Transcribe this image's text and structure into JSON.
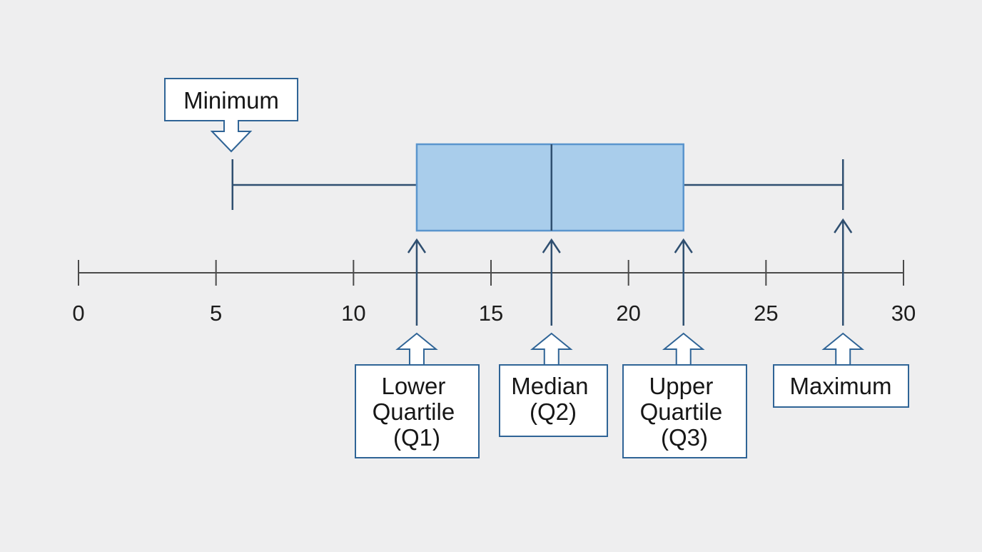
{
  "colors": {
    "background": "#eeeeef",
    "line": "#2f4f70",
    "axis": "#4a4a4a",
    "box_fill": "#a9cdeb",
    "box_stroke": "#5b95cd",
    "callout_border": "#2f6496",
    "text": "#161616"
  },
  "axis": {
    "ticks": [
      "0",
      "5",
      "10",
      "15",
      "20",
      "25",
      "30"
    ]
  },
  "chart_data": {
    "type": "boxplot",
    "xlim": [
      0,
      30
    ],
    "minimum": 5.6,
    "q1": 12.3,
    "median": 17.2,
    "q3": 22.0,
    "maximum": 27.8
  },
  "callouts": {
    "minimum": "Minimum",
    "q1": [
      "Lower",
      "Quartile",
      "(Q1)"
    ],
    "median": [
      "Median",
      "(Q2)"
    ],
    "q3": [
      "Upper",
      "Quartile",
      "(Q3)"
    ],
    "maximum": "Maximum"
  }
}
